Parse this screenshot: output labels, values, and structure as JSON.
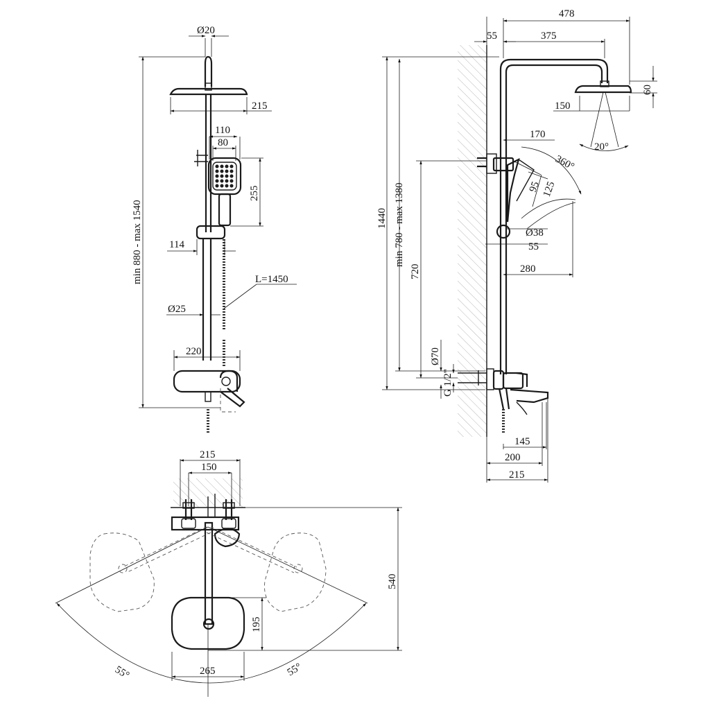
{
  "front_view": {
    "d_pipe_top": "Ø20",
    "w_head": "215",
    "w_hand_outer": "110",
    "w_hand_inner": "80",
    "h_hand": "255",
    "d_holder": "114",
    "hose_length": "L=1450",
    "d_pipe": "Ø25",
    "w_mixer": "220",
    "height_range": "min 880 - max 1540"
  },
  "side_view": {
    "total_reach": "478",
    "wall_offset": "55",
    "arm_reach": "375",
    "head_thickness": "60",
    "head_diameter": "150",
    "spray_angle": "20°",
    "hand_offset": "170",
    "rotation": "360°",
    "hand_w1": "95",
    "hand_w2": "125",
    "d_slider": "Ø38",
    "slider_offset": "55",
    "hand_reach": "280",
    "total_height": "1440",
    "height_range": "min 780 - max 1380",
    "bracket_height": "720",
    "d_flange": "Ø70",
    "thread": "G 1/2\"",
    "spout_145": "145",
    "spout_200": "200",
    "spout_215": "215"
  },
  "top_view": {
    "w_215": "215",
    "w_150": "150",
    "depth": "540",
    "head_offset": "195",
    "head_width": "265",
    "angle_left": "55°",
    "angle_right": "55°"
  }
}
